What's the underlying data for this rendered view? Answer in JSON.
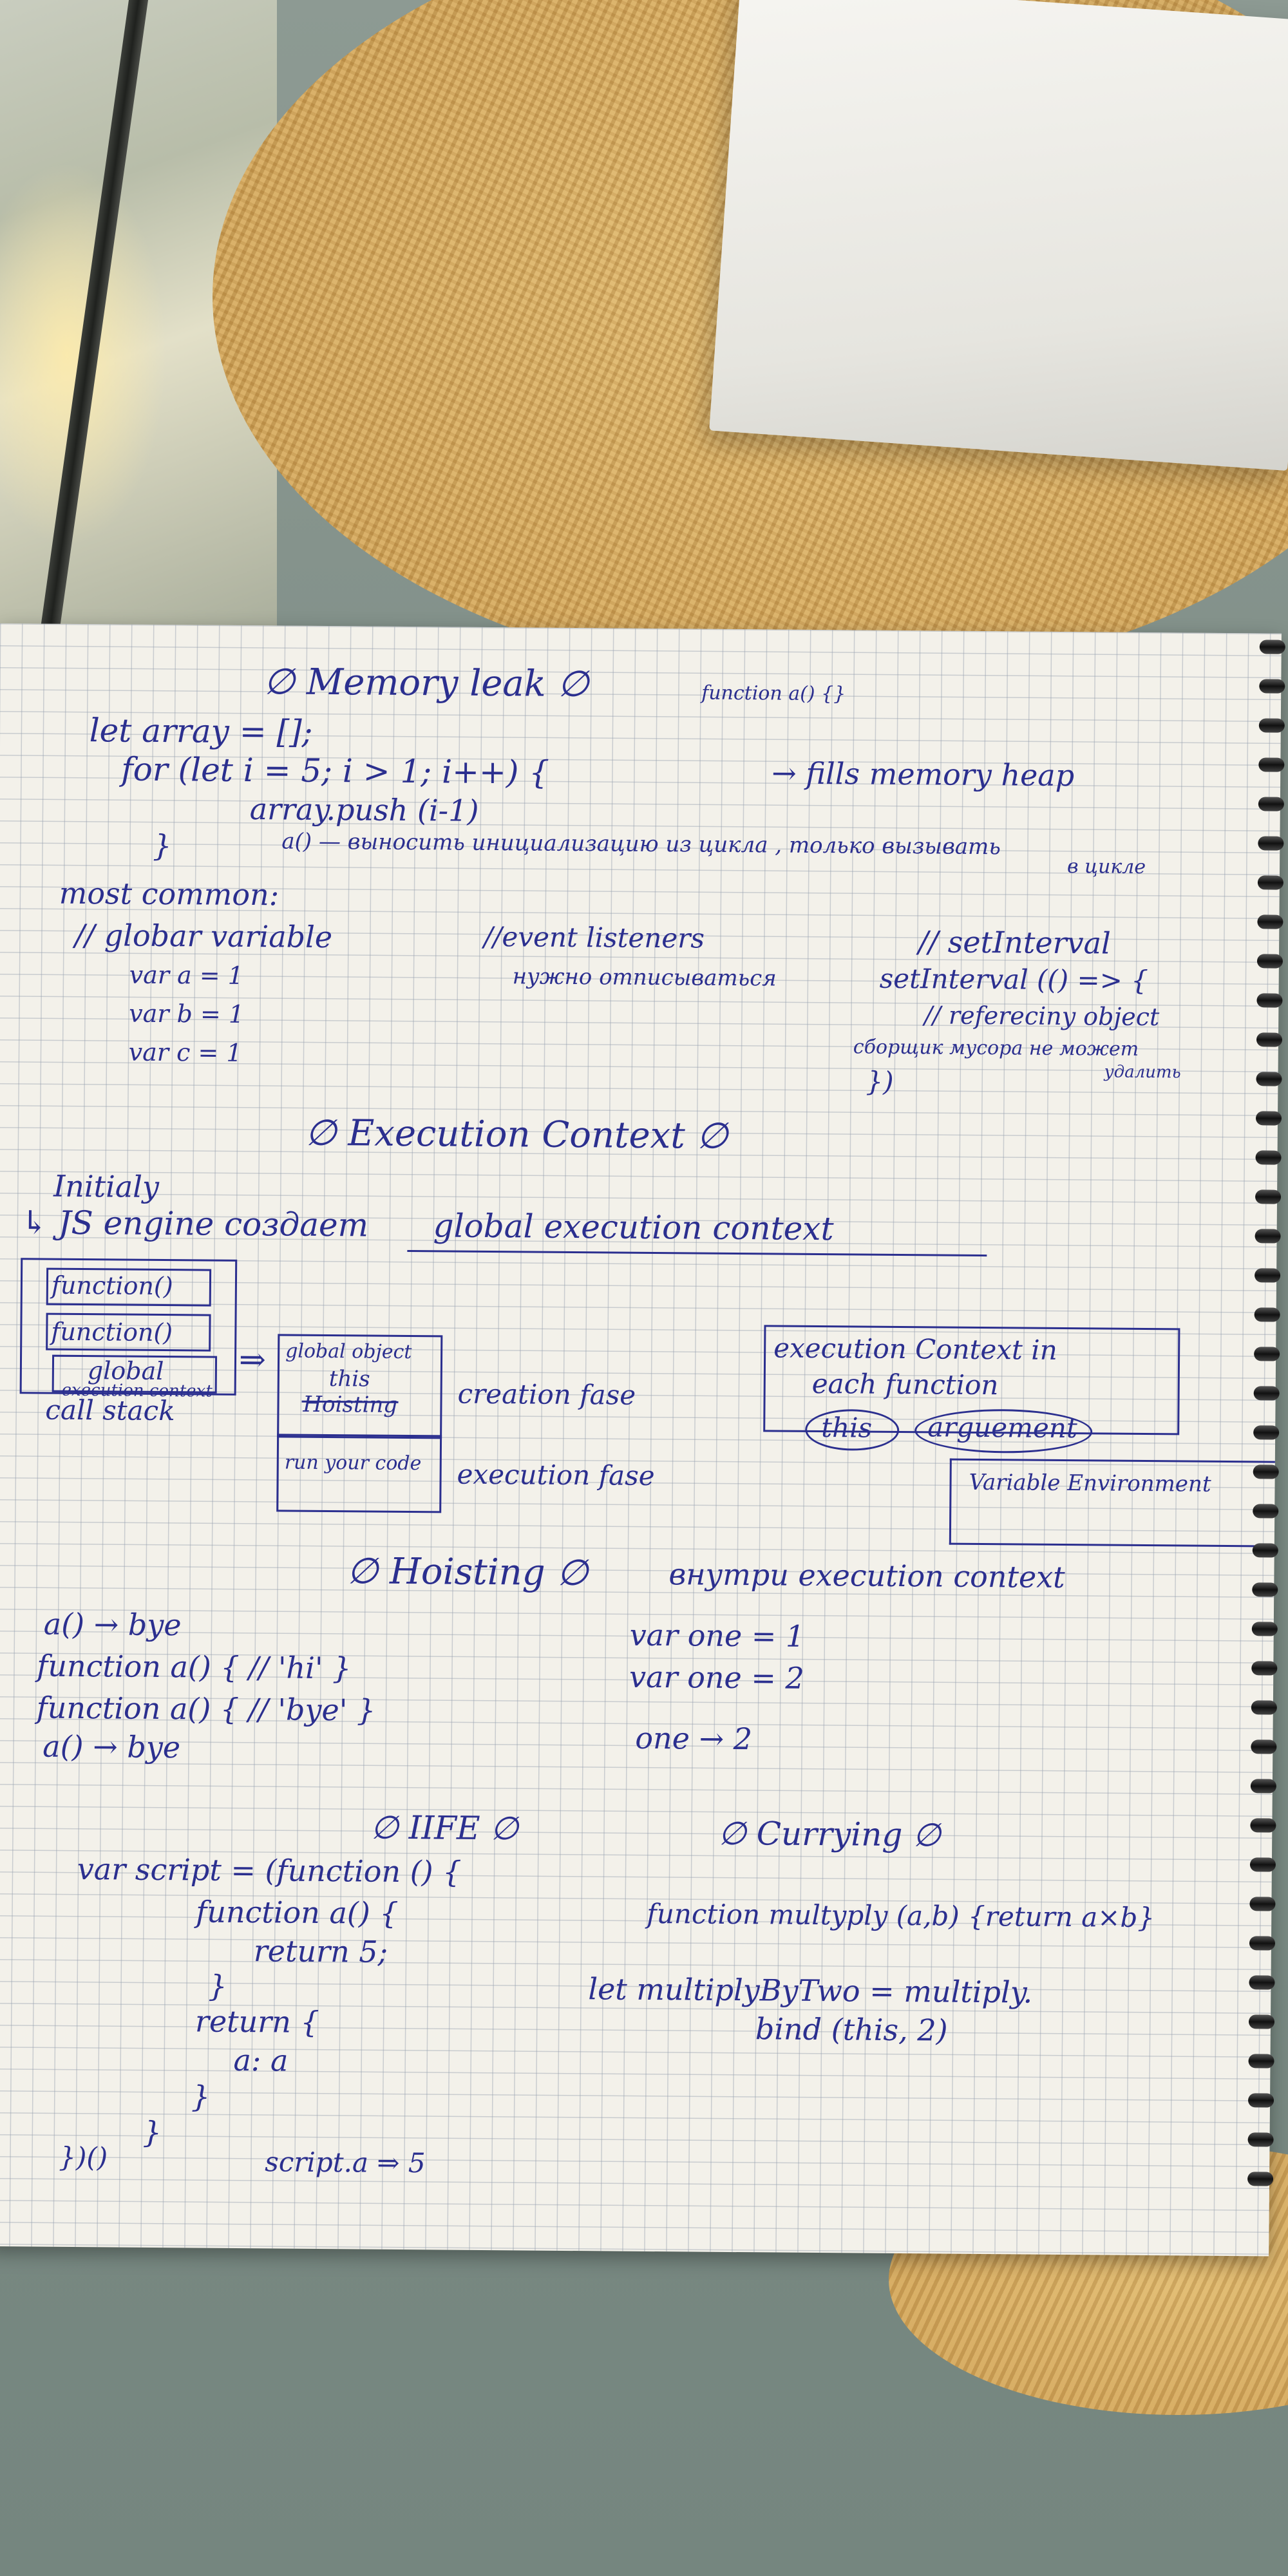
{
  "memory_leak": {
    "title": "∅ Memory leak ∅",
    "side_code": "function a() {}",
    "line1": "let array = [];",
    "line2": "for (let i = 5; i > 1; i++) {",
    "fills": "→ fills memory heap",
    "line3": "array.push (i-1)",
    "note": "a() — выносить инициализацию из цикла , только вызывать",
    "note2": "в цикле",
    "close": "}",
    "most_common": "most common:",
    "col1": {
      "title": "// globar variable",
      "items": [
        "var a = 1",
        "var b = 1",
        "var c = 1"
      ]
    },
    "col2": {
      "title": "//event listeners",
      "note": "нужно отписываться"
    },
    "col3": {
      "title": "// setInterval",
      "code": "setInterval (() => {",
      "ref": "// refereciny object",
      "gc": "сборщик мусора не может",
      "gc2": "удалить",
      "close": "})"
    }
  },
  "execution_context": {
    "title": "∅ Execution Context ∅",
    "initially": "Initialy",
    "engine_prefix": "↳ JS engine создает",
    "engine_underlined": "global execution context",
    "stack": [
      "function()",
      "function()",
      "global",
      "execution context"
    ],
    "stack_label": "call stack",
    "arrow": "⇒",
    "creation_items": [
      "global object",
      "this",
      "Hoisting"
    ],
    "creation_label": "creation fase",
    "exec_items": [
      "run your code"
    ],
    "exec_label": "execution fase",
    "right_box": {
      "line1": "execution Context in",
      "line2": "each function",
      "pill1": "this",
      "pill2": "arguement",
      "variable_env": "Variable Environment"
    }
  },
  "hoisting": {
    "title": "∅ Hoisting ∅",
    "subtitle": "внутри execution context",
    "left": [
      "a() → bye",
      "function a() { // 'hi' }",
      "function a() { // 'bye' }",
      "a() → bye"
    ],
    "right": [
      "var one = 1",
      "var one = 2",
      "one → 2"
    ]
  },
  "iife": {
    "title": "∅ IIFE ∅",
    "lines": [
      "var script = (function () {",
      "function a() {",
      "return 5;",
      "}",
      "return {",
      "a: a",
      "}",
      "}",
      "})()"
    ],
    "result": "script.a ⇒ 5"
  },
  "currying": {
    "title": "∅ Currying ∅",
    "line1": "function multyply (a,b) {return a×b}",
    "line2": "let multiplyByTwo = multiply.",
    "line3": "bind (this, 2)"
  }
}
